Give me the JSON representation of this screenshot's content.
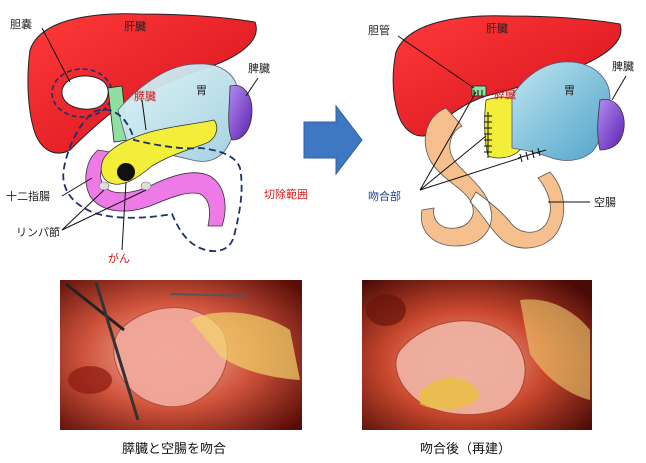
{
  "labels": {
    "before": {
      "gallbladder": "胆嚢",
      "liver": "肝臓",
      "spleen": "脾臓",
      "stomach": "胃",
      "pancreas": "膵臓",
      "duodenum": "十二指腸",
      "lymph_node": "リンパ節",
      "cancer": "がん",
      "resection_range": "切除範囲"
    },
    "after": {
      "bile_duct": "胆管",
      "liver": "肝臓",
      "spleen": "脾臓",
      "stomach": "胃",
      "pancreas": "膵臓",
      "anastomosis": "吻合部",
      "jejunum": "空腸"
    }
  },
  "captions": {
    "left": "膵臓と空腸を吻合",
    "right": "吻合後（再建）"
  },
  "colors": {
    "liver": "#e8202a",
    "stomach": "#b9dfe8",
    "spleen": "#7a3fc4",
    "pancreas": "#f3ee3a",
    "duodenum": "#ee7ae8",
    "jejunum": "#f6bf8e",
    "bile_duct": "#8fe0a0",
    "arrow": "#3f78c2",
    "resection_line": "#1f2f6f"
  }
}
